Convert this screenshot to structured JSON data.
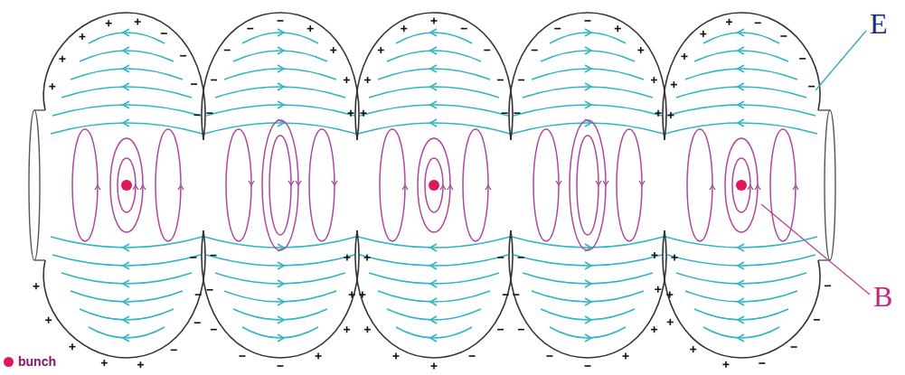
{
  "diagram": {
    "labels": [
      "E",
      "B"
    ],
    "legend": [
      {
        "text": "bunch",
        "color": "#e0185a"
      }
    ]
  }
}
